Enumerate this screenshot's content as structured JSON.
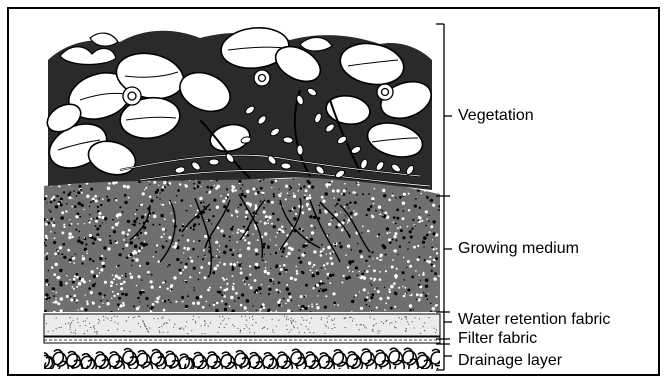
{
  "diagram": {
    "ink_color": "#000000",
    "paper_color": "#ffffff",
    "layers": [
      {
        "id": "vegetation",
        "label": "Vegetation"
      },
      {
        "id": "growing-medium",
        "label": "Growing medium"
      },
      {
        "id": "water-retention",
        "label": "Water retention fabric"
      },
      {
        "id": "filter",
        "label": "Filter fabric"
      },
      {
        "id": "drainage",
        "label": "Drainage layer"
      }
    ]
  }
}
